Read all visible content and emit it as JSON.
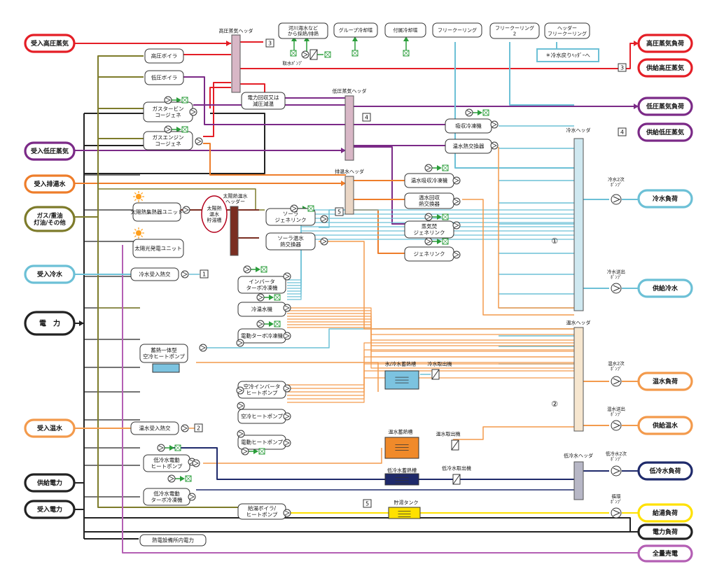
{
  "colors": {
    "steam_hp": "#e41e26",
    "steam_lp": "#7b2a87",
    "exhaust": "#ee7d2a",
    "fuel": "#7d7b2a",
    "chilled": "#6cc0d6",
    "hot": "#f39a4c",
    "low_chilled": "#1f2a6b",
    "elec": "#222222",
    "supply_hot_tank": "#ffe100",
    "sale": "#b45fb4",
    "green": "#2a9d3a",
    "hp_header_fill": "#d8b7c6",
    "chilled_header_fill": "#cfe8f0",
    "hot_header_fill": "#f6e6cf",
    "solar_header_fill": "#7a2e22",
    "exhaust_header_fill": "#ead6c5",
    "lowcold_header_fill": "#b7b7c6"
  },
  "inputs": {
    "hp_steam": "受入高圧蒸気",
    "lp_steam": "受入低圧蒸気",
    "exhaust_heat": "受入排湯水",
    "fuel": "ガス/重油\n灯油/その他",
    "chilled": "受入冷水",
    "power": "電　力",
    "hot_water": "受入温水",
    "supply_power": "供給電力",
    "recv_power": "受入電力"
  },
  "outputs": {
    "hp_load": "高圧蒸気負荷",
    "hp_supply": "供給高圧蒸気",
    "lp_load": "低圧蒸気負荷",
    "lp_supply": "供給低圧蒸気",
    "chilled_load": "冷水負荷",
    "chilled_supply": "供給冷水",
    "hot_load": "温水負荷",
    "hot_supply": "供給温水",
    "lowchill_load": "低冷水負荷",
    "hot_tank_load": "給湯負荷",
    "power_load": "電力負荷",
    "full_sale": "全量売電"
  },
  "headers": {
    "hp_steam": "高圧蒸気ヘッダ",
    "lp_steam": "低圧蒸気ヘッダ",
    "exhaust": "排温水ヘッダ",
    "solar": "太陽熱温水\nヘッダー",
    "chilled": "冷水ヘッダ",
    "hot": "温水ヘッダ",
    "low_chilled": "低冷水ヘッダ"
  },
  "equipment": {
    "hp_boiler": "高圧ボイラ",
    "lp_boiler": "低圧ボイラ",
    "gas_turbine": "ガスタービン\nコージェネ",
    "gas_engine": "ガスエンジン\nコージェネ",
    "power_recovery": "電力回収又は\n減圧減温",
    "absorption": "吸収冷凍機",
    "hot_hx": "温水熱交換器",
    "hot_abs": "温水吸収冷凍機",
    "hot_recovery": "温水回収\n熱交換器",
    "steam_gen": "蒸気焚\nジェネリンク",
    "genelink": "ジェネリンク",
    "solar_collector": "太陽熱集熱器ユニット",
    "solar_tank": "太陽熱\n温水\n貯湯槽",
    "solar_genelink": "ソーラ\nジェネリンク",
    "solar_hx": "ソーラ温水\n熱交換器",
    "pv": "太陽光発電ユニット",
    "chilled_recv_hx": "冷水受入熱交",
    "inverter_turbo": "インバータ\nターボ冷凍機",
    "chiller_heater": "冷温水機",
    "electric_turbo": "電動ターボ冷凍機",
    "storage_hp": "蓄熱一体型\n空冷ヒートポンプ",
    "aircool_inv_hp": "空冷インバータ\nヒートポンプ",
    "aircool_hp": "空冷ヒートポンプ",
    "hot_recv_hx": "温水受入熱交",
    "electric_hp": "電動ヒートポンプ",
    "lowcold_elec_hp": "低冷水電動\nヒートポンプ",
    "lowcold_turbo": "低冷水電動\nターボ冷凍機",
    "supply_boiler": "給湯ボイラ/\nヒートポンプ",
    "plant_power": "熱電設備所内電力"
  },
  "tanks": {
    "ice_storage": "氷/冷水蓄熱槽",
    "chilled_out": "冷水取出機",
    "hot_storage": "温水蓄熱槽",
    "hot_out": "温水取出機",
    "low_storage": "低冷水蓄熱槽",
    "low_out": "低冷水取出機",
    "supply_tank": "貯湯タンク"
  },
  "top": {
    "river": "河川海水など\nから採熱/排熱",
    "intake_pump": "取水ﾎﾟﾝﾌﾟ",
    "group_tower": "グループ冷却塔",
    "attached_tower": "付属冷却塔",
    "free_cool": "フリークーリング",
    "free_cool2": "フリークーリング\n2",
    "header_free_cool": "ヘッダー\nフリークーリング",
    "return_header": "＊冷水戻りﾍｯﾀﾞｰへ"
  },
  "pumps": {
    "chilled_2nd": "冷水2次\nﾎﾟﾝﾌﾟ",
    "chilled_send": "冷水送出\nﾎﾟﾝﾌﾟ",
    "hot_2nd": "温水2次\nﾎﾟﾝﾌﾟ",
    "hot_send": "温水送出\nﾎﾟﾝﾌﾟ",
    "lowchill_2nd": "低冷水2次\nﾎﾟﾝﾌﾟ",
    "circ": "循環\nﾎﾟﾝﾌﾟ"
  },
  "markers": {
    "m1": "1",
    "m2": "2",
    "m3": "3",
    "m4": "4",
    "m5": "5",
    "c1": "①",
    "c2": "②"
  }
}
